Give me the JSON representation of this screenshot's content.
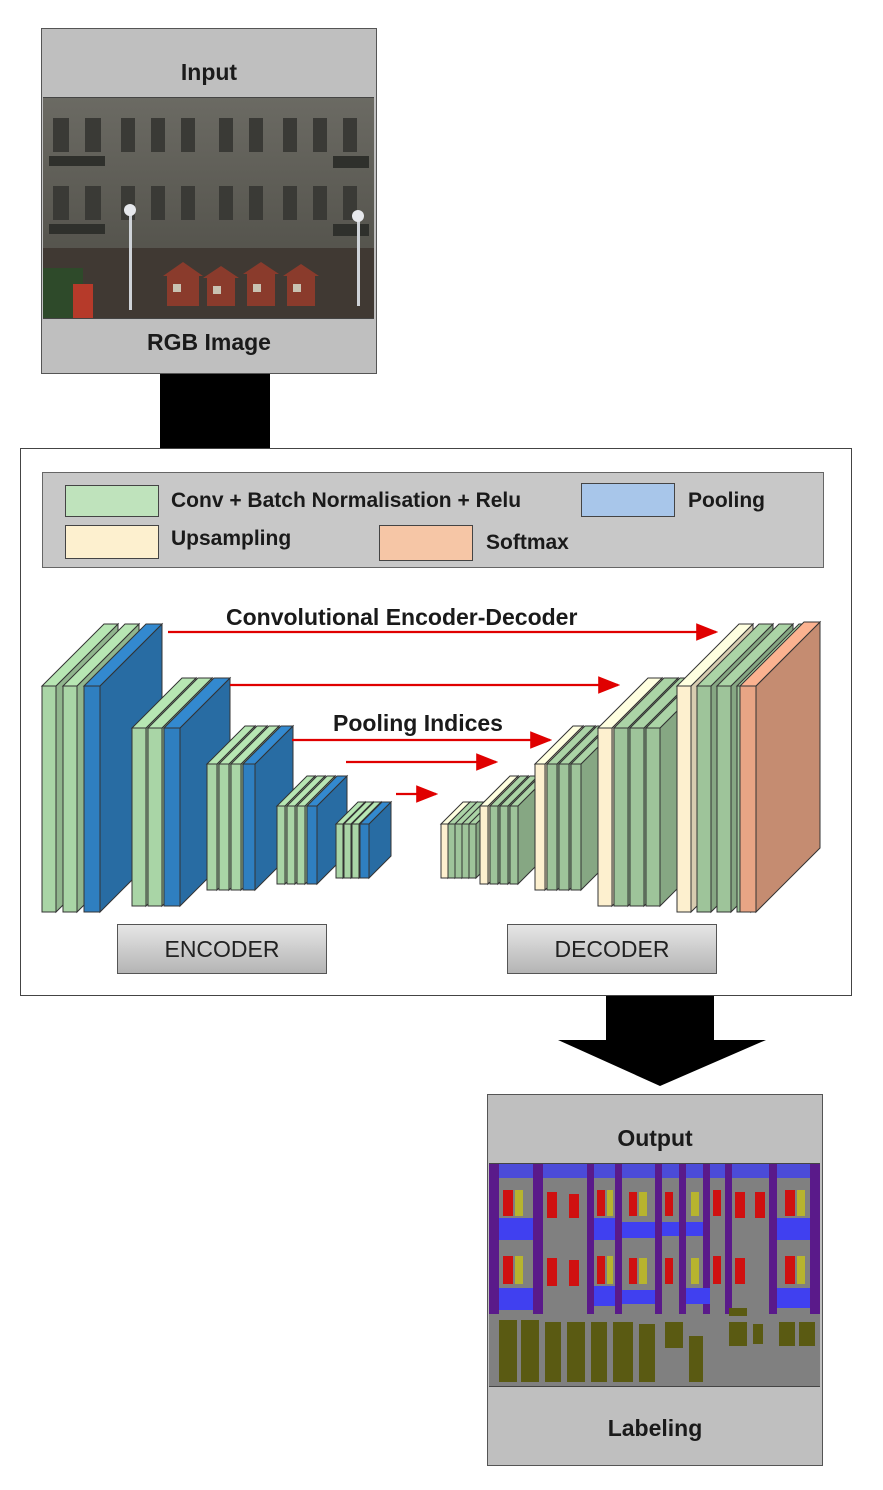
{
  "input_panel": {
    "title": "Input",
    "caption": "RGB Image"
  },
  "legend": {
    "conv": "Conv + Batch Normalisation  + Relu",
    "pooling": "Pooling",
    "upsampling": "Upsampling",
    "softmax": "Softmax"
  },
  "architecture": {
    "title": "Convolutional Encoder-Decoder",
    "skip_label": "Pooling Indices",
    "encoder_label": "ENCODER",
    "decoder_label": "DECODER"
  },
  "output_panel": {
    "title": "Output",
    "caption": "Labeling"
  },
  "colors": {
    "conv": "#a9d5a6",
    "conv_decoder": "#9ec49a",
    "pooling": "#2f7fc0",
    "upsampling": "#fdf0cf",
    "softmax": "#e8a585",
    "arrow": "#e00000",
    "panel_gray": "#bfbfbf"
  }
}
